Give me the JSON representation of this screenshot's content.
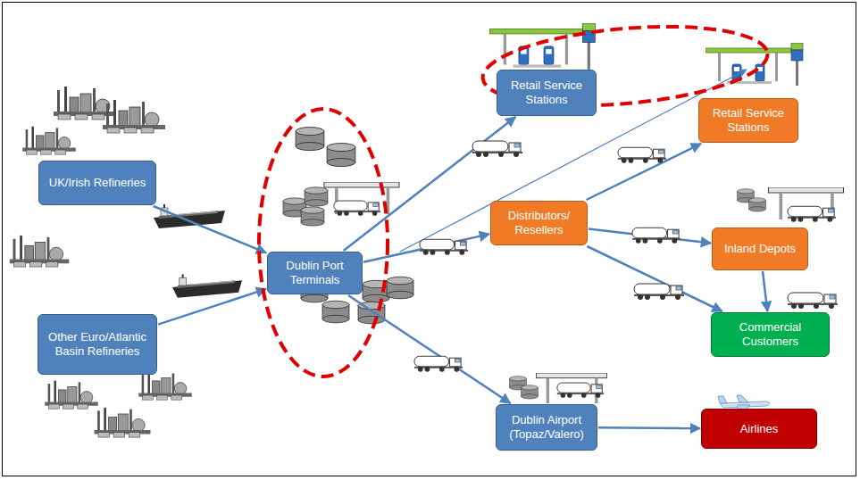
{
  "diagram": {
    "nodes": [
      {
        "text": [
          "UK/Irish Refineries"
        ]
      },
      {
        "text": [
          "Other Euro/Atlantic Basin Refineries"
        ]
      },
      {
        "text": [
          "Dublin Port Terminals"
        ]
      },
      {
        "text": [
          "Retail Service Stations"
        ]
      },
      {
        "text": [
          "Distributors/ Resellers"
        ]
      },
      {
        "text": [
          "Retail Service Stations"
        ]
      },
      {
        "text": [
          "Inland Depots"
        ]
      },
      {
        "text": [
          "Commercial Customers"
        ]
      },
      {
        "text": [
          "Dublin Airport (Topaz/Valero)"
        ]
      },
      {
        "text": [
          "Airlines"
        ]
      }
    ],
    "edges": [
      {
        "from": 0,
        "to": 2,
        "arrow": "to"
      },
      {
        "from": 1,
        "to": 2,
        "arrow": "to"
      },
      {
        "from": 2,
        "to": 3,
        "arrow": "to"
      },
      {
        "from": 2,
        "to": 4,
        "arrow": "to"
      },
      {
        "from": 2,
        "to": 8,
        "arrow": "to"
      },
      {
        "from": 4,
        "to": 5,
        "arrow": "to"
      },
      {
        "from": 4,
        "to": 6,
        "arrow": "to"
      },
      {
        "from": 4,
        "to": 7,
        "arrow": "to"
      },
      {
        "from": 6,
        "to": 7,
        "arrow": "to"
      },
      {
        "from": 8,
        "to": 9,
        "arrow": "to"
      }
    ]
  }
}
